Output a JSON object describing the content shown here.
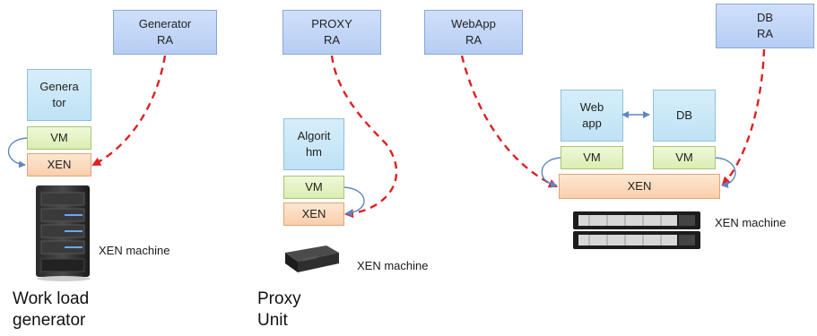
{
  "ra_boxes": {
    "generator": "Generator\nRA",
    "proxy": "PROXY\nRA",
    "webapp": "WebApp\nRA",
    "db": "DB\nRA"
  },
  "left_unit": {
    "app": "Genera\ntor",
    "vm": "VM",
    "xen": "XEN",
    "machine_label": "XEN machine",
    "caption": "Work load\ngenerator"
  },
  "proxy_unit": {
    "app": "Algorit\nhm",
    "vm": "VM",
    "xen": "XEN",
    "machine_label": "XEN machine",
    "caption": "Proxy\nUnit"
  },
  "right_unit": {
    "webapp": "Web\napp",
    "db": "DB",
    "vm_left": "VM",
    "vm_right": "VM",
    "xen": "XEN",
    "machine_label": "XEN machine"
  },
  "colors": {
    "arrow_dashed": "#e02020",
    "arrow_blue": "#5f86c4"
  }
}
